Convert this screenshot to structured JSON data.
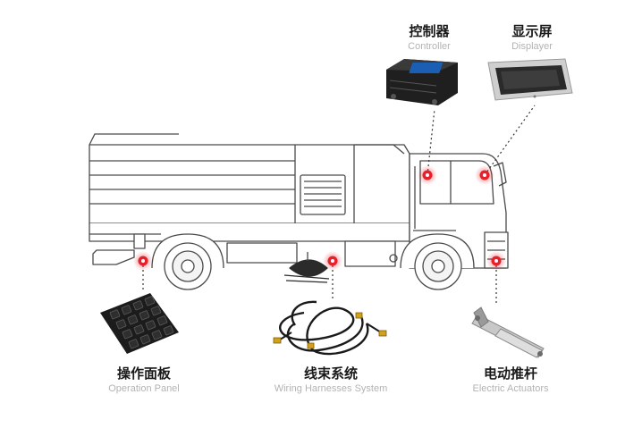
{
  "colors": {
    "hotspot": "#e8202a",
    "line": "#333333",
    "truck_stroke": "#4a4a4a",
    "truck_fill": "#ffffff",
    "label_zh": "#1a1a1a",
    "label_en": "#b3b3b3"
  },
  "components": {
    "controller": {
      "zh": "控制器",
      "en": "Controller",
      "icon": "controller-box-icon"
    },
    "displayer": {
      "zh": "显示屏",
      "en": "Displayer",
      "icon": "display-screen-icon"
    },
    "operation_panel": {
      "zh": "操作面板",
      "en": "Operation Panel",
      "icon": "keypad-icon"
    },
    "wiring": {
      "zh": "线束系统",
      "en": "Wiring Harnesses System",
      "icon": "wiring-harness-icon"
    },
    "actuators": {
      "zh": "电动推杆",
      "en": "Electric Actuators",
      "icon": "linear-actuator-icon"
    }
  },
  "vehicle": {
    "icon": "street-sweeper-truck-icon"
  }
}
